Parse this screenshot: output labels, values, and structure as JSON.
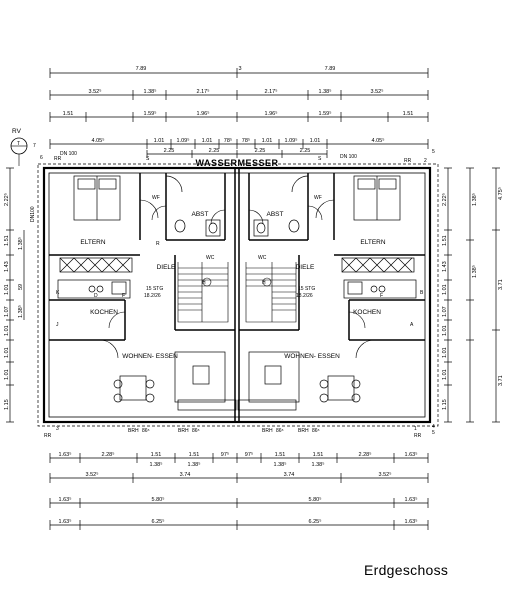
{
  "caption": "Erdgeschoss",
  "top_dims": {
    "row1": [
      "7.89",
      "3",
      "7.89"
    ],
    "row2": [
      "3.52⁵",
      "1.38⁵",
      "2.17⁵",
      "2.17⁵",
      "1.38⁵",
      "3.52⁵"
    ],
    "row3": [
      "1.51",
      "1.59⁵",
      "1.96⁵",
      "1.96⁵",
      "1.59⁵",
      "1.51"
    ],
    "row4": [
      "4.05⁵",
      "1.01",
      "1.09⁵",
      "1.01",
      "78⁵",
      "78⁵",
      "1.01",
      "1.09⁵",
      "1.01",
      "4.05⁵"
    ],
    "row5": [
      "2.25",
      "2.25",
      "2.25",
      "2.25"
    ]
  },
  "bottom_dims": {
    "row1": [
      "1.63⁵",
      "2.28⁵",
      "1.51",
      "1.51",
      "97⁵",
      "97⁵",
      "1.51",
      "1.51",
      "2.28⁵",
      "1.63⁵"
    ],
    "row1b": [
      "1.38⁵",
      "1.38⁵",
      "1.38⁵",
      "1.38⁵"
    ],
    "row2": [
      "3.52⁵",
      "3.74",
      "3.74",
      "3.52⁵"
    ],
    "row3": [
      "1.63⁵",
      "5.80⁵",
      "5.80⁵",
      "1.63⁵"
    ],
    "row4": [
      "1.63⁵",
      "6.25⁵",
      "6.25⁵",
      "1.63⁵"
    ]
  },
  "left_dims": [
    "2.22⁵",
    "1.51",
    "1.43",
    "1.01",
    "1.07",
    "1.01",
    "1.01",
    "1.01",
    "1.15"
  ],
  "left_inner_dims": [
    "1.38⁵",
    "59",
    "1.38⁵"
  ],
  "right_dims": [
    "1.38⁵",
    "1.38⁵",
    "4.75⁵",
    "3.71",
    "3.71"
  ],
  "markers": {
    "rv": "RV",
    "t": "T",
    "num7": "7",
    "num6": "6",
    "num3": "3",
    "num5": "5",
    "num1": "1",
    "num2": "2",
    "num4": "4",
    "num5b": "5",
    "rr": "RR",
    "s": "S",
    "dn100": "DN 100",
    "dn100v": "DN100"
  },
  "rooms": {
    "eltern": "ELTERN",
    "abst": "ABST",
    "diele": "DIELE",
    "kochen": "KOCHEN",
    "wohnen": "WOHNEN-  ESSEN",
    "wf": "WF",
    "wc": "WC",
    "stair": "15 STG",
    "stair2": "18.2/26",
    "wassermesser": "WASSERMESSER",
    "brh": "BRH",
    "brh_val": "86⁵",
    "k": "K",
    "d": "D",
    "f": "F",
    "r": "R",
    "j": "J",
    "a": "A",
    "b": "B",
    "h": "H"
  }
}
